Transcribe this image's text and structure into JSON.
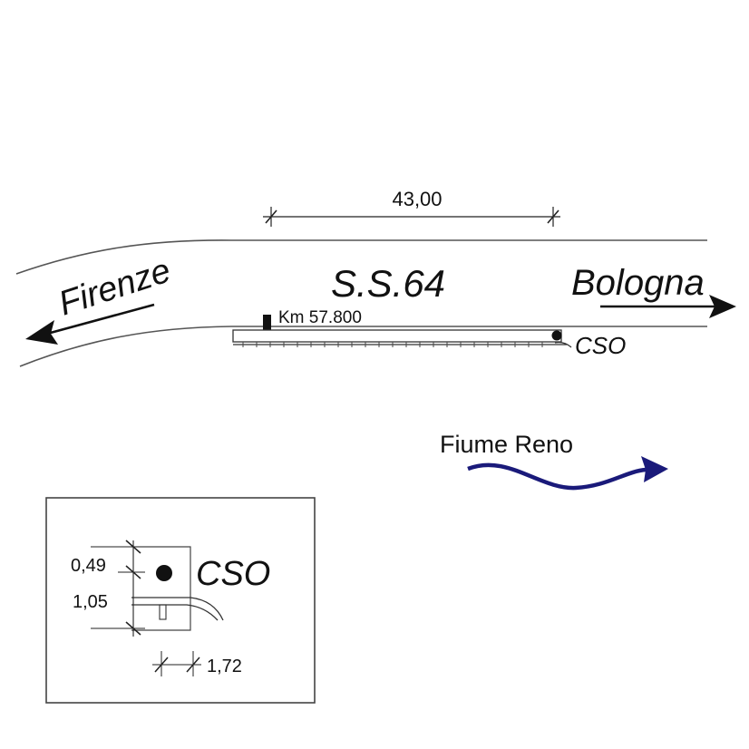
{
  "road": {
    "name": "S.S.64",
    "km_marker": "Km 57.800",
    "span_dimension": "43,00",
    "outfall_label": "CSO"
  },
  "destinations": {
    "west": "Firenze",
    "east": "Bologna"
  },
  "river": {
    "name": "Fiume Reno",
    "color": "#1a1a7a"
  },
  "detail": {
    "label": "CSO",
    "dims": {
      "top": "0,49",
      "middle": "1,05",
      "bottom": "1,72"
    }
  },
  "colors": {
    "ink": "#111111",
    "line": "#444444"
  }
}
